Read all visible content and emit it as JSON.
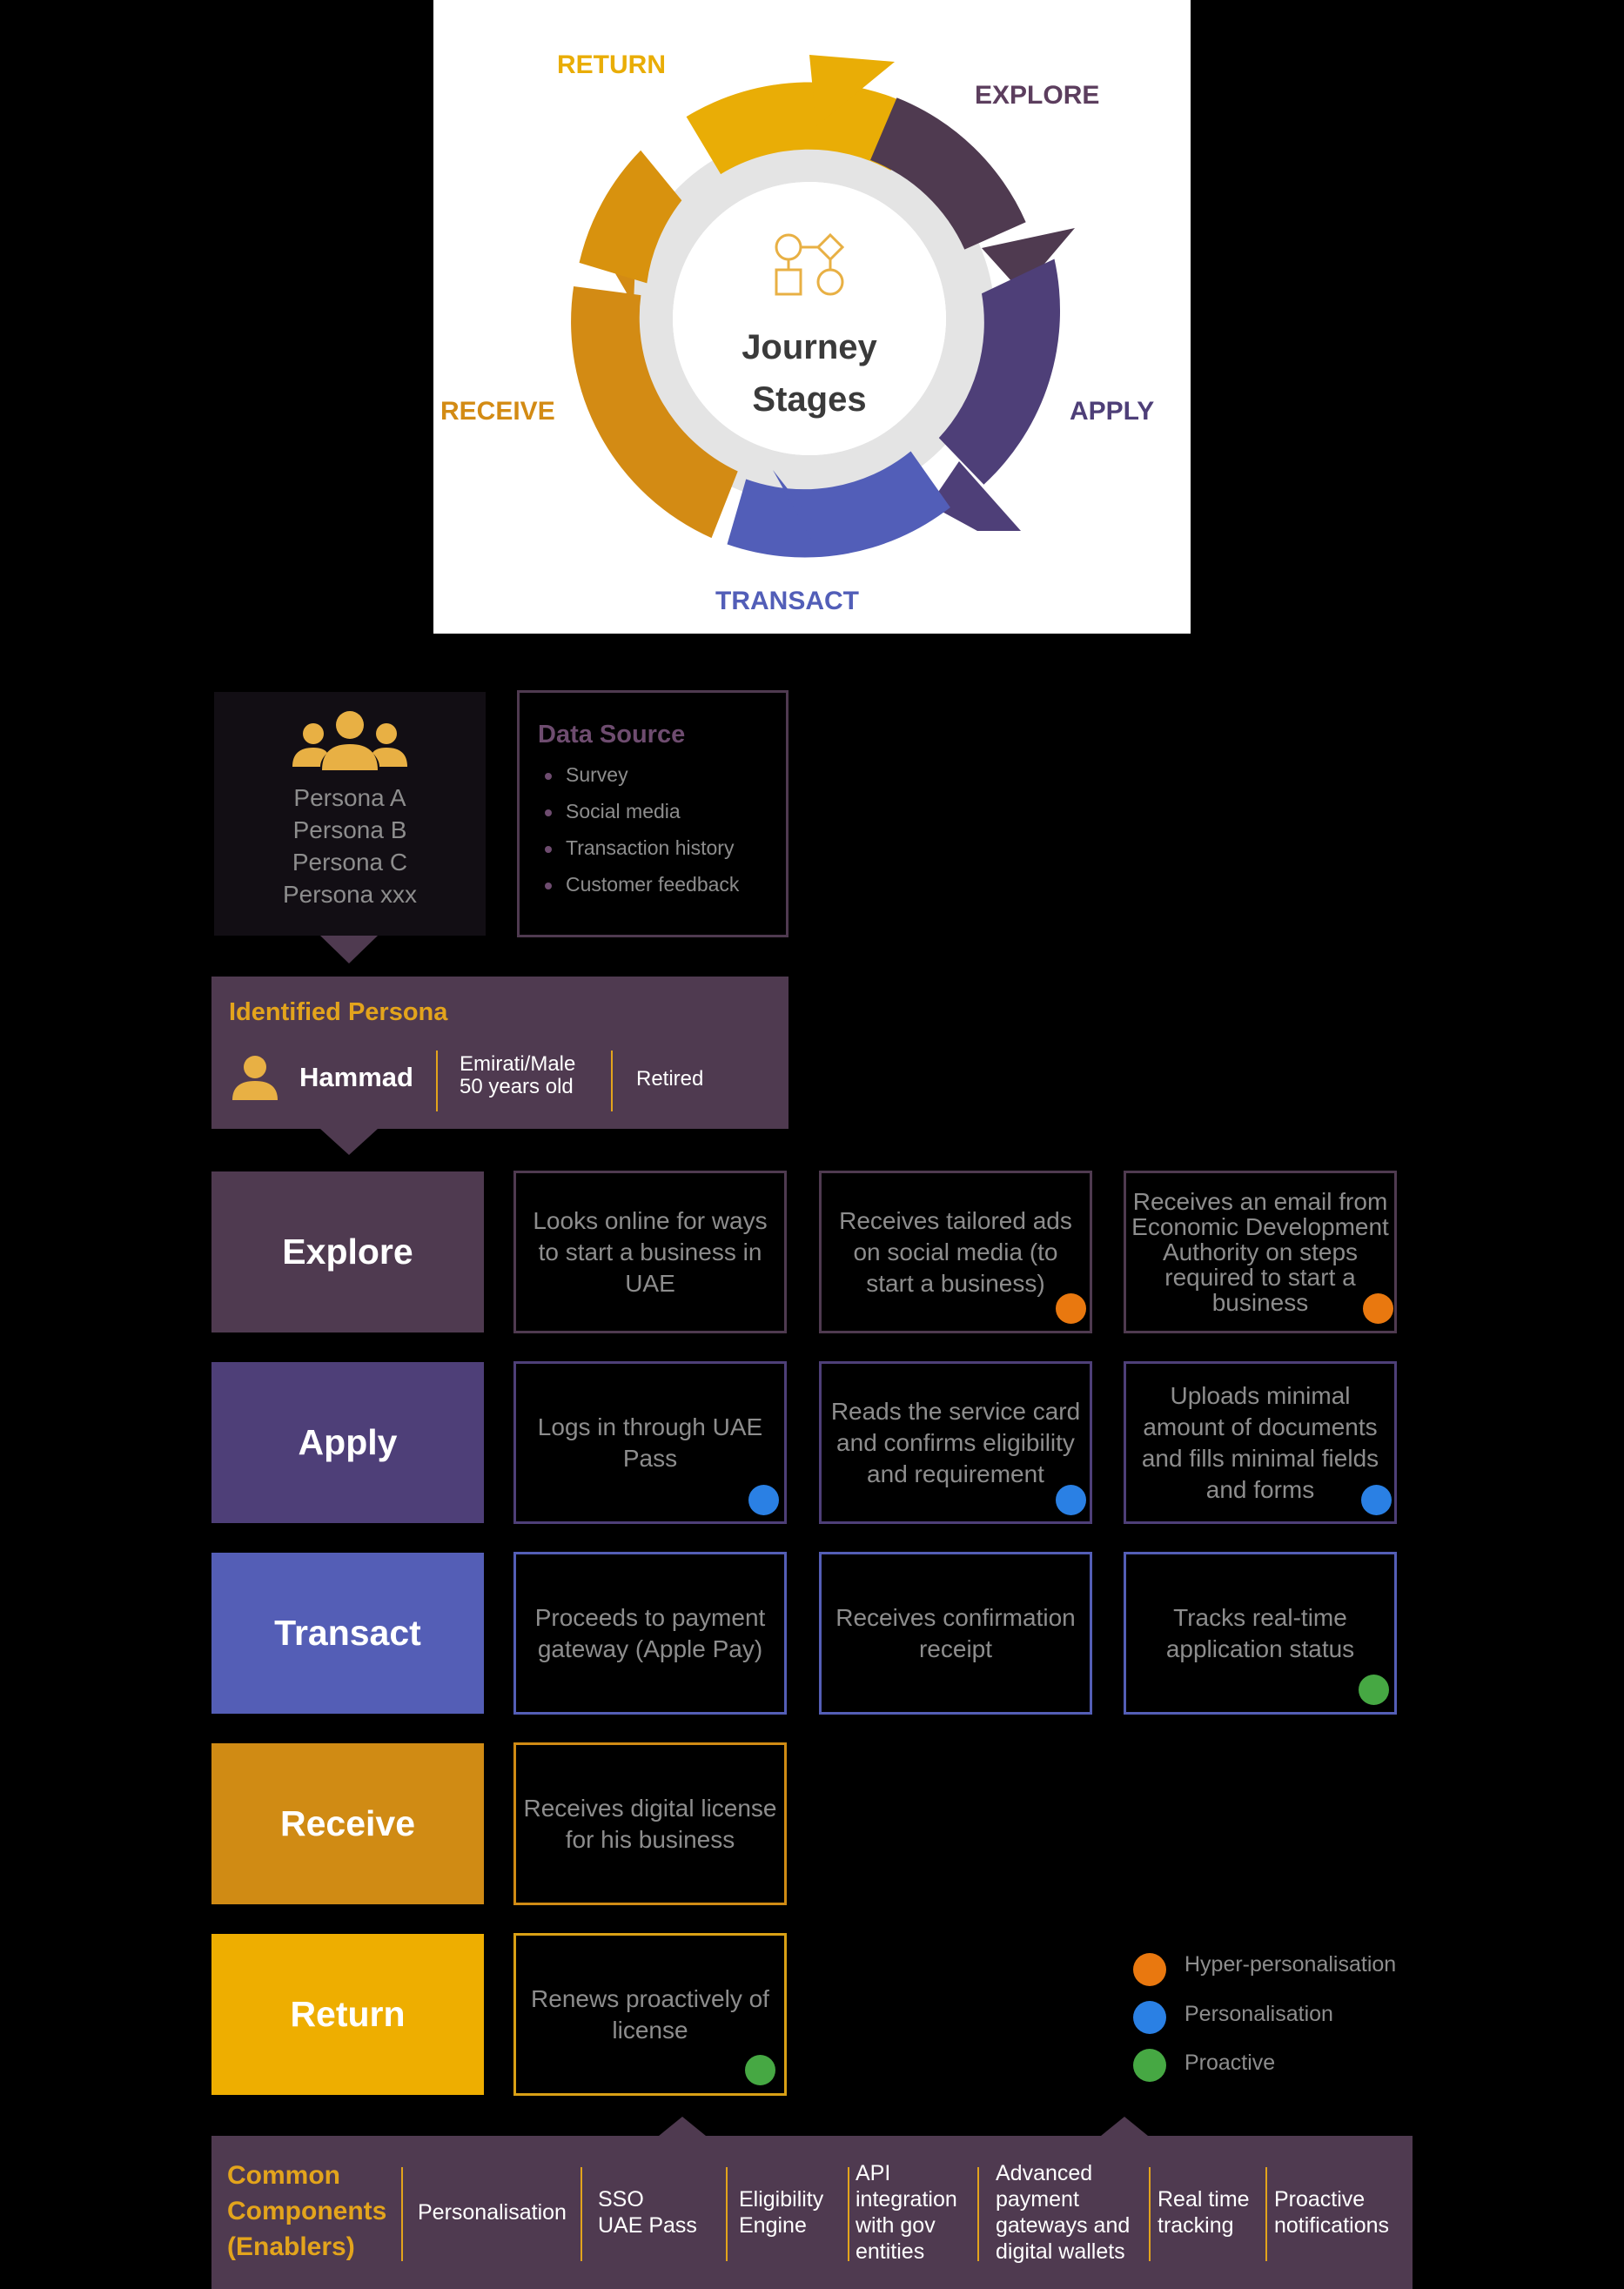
{
  "wheel": {
    "center_title_line1": "Journey",
    "center_title_line2": "Stages",
    "stages": {
      "explore": "EXPLORE",
      "apply": "APPLY",
      "transact": "TRANSACT",
      "receive": "RECEIVE",
      "return": "RETURN"
    },
    "icon": "process-flow-icon"
  },
  "personas": {
    "icon": "group-users-icon",
    "lines": [
      "Persona A",
      "Persona B",
      "Persona C",
      "Persona xxx"
    ]
  },
  "data_source": {
    "title": "Data Source",
    "items": [
      "Survey",
      "Social media",
      "Transaction history",
      "Customer feedback"
    ]
  },
  "identified_persona": {
    "title": "Identified Persona",
    "icon": "user-icon",
    "name": "Hammad",
    "demographic_line1": "Emirati/Male",
    "demographic_line2": "50 years old",
    "occupation": "Retired"
  },
  "stages": [
    {
      "label": "Explore",
      "color": "#4f3a50",
      "steps": [
        {
          "text": "Looks online for ways to start a business in UAE",
          "marker": null
        },
        {
          "text": "Receives tailored ads on social media (to start a business)",
          "marker": "hyper"
        },
        {
          "text": "Receives an email from Economic Development Authority on steps required to start a business",
          "marker": "hyper"
        }
      ]
    },
    {
      "label": "Apply",
      "color": "#4e3f78",
      "steps": [
        {
          "text": "Logs in through UAE Pass",
          "marker": "personal"
        },
        {
          "text": "Reads the service card and confirms eligibility and requirement",
          "marker": "personal"
        },
        {
          "text": "Uploads minimal amount of documents and fills minimal fields and forms",
          "marker": "personal"
        }
      ]
    },
    {
      "label": "Transact",
      "color": "#545eb6",
      "steps": [
        {
          "text": "Proceeds to payment gateway (Apple Pay)",
          "marker": null
        },
        {
          "text": "Receives confirmation receipt",
          "marker": null
        },
        {
          "text": "Tracks real-time application status",
          "marker": "proactive"
        }
      ]
    },
    {
      "label": "Receive",
      "color": "#d08b14",
      "steps": [
        {
          "text": "Receives digital license for his business",
          "marker": null
        }
      ]
    },
    {
      "label": "Return",
      "color": "#eeae00",
      "steps": [
        {
          "text": "Renews proactively of license",
          "marker": "proactive"
        }
      ]
    }
  ],
  "legend": [
    {
      "key": "hyper",
      "label": "Hyper-personalisation",
      "color": "#e9780f"
    },
    {
      "key": "personal",
      "label": "Personalisation",
      "color": "#2a80e4"
    },
    {
      "key": "proactive",
      "label": "Proactive",
      "color": "#46a843"
    }
  ],
  "enablers": {
    "title_line1": "Common",
    "title_line2": "Components",
    "title_line3": "(Enablers)",
    "items": [
      [
        "Personalisation"
      ],
      [
        "SSO",
        "UAE Pass"
      ],
      [
        "Eligibility",
        "Engine"
      ],
      [
        "API",
        "integration",
        "with gov",
        "entities"
      ],
      [
        "Advanced",
        "payment",
        "gateways and",
        "digital wallets"
      ],
      [
        "Real time",
        "tracking"
      ],
      [
        "Proactive",
        "notifications"
      ]
    ]
  }
}
